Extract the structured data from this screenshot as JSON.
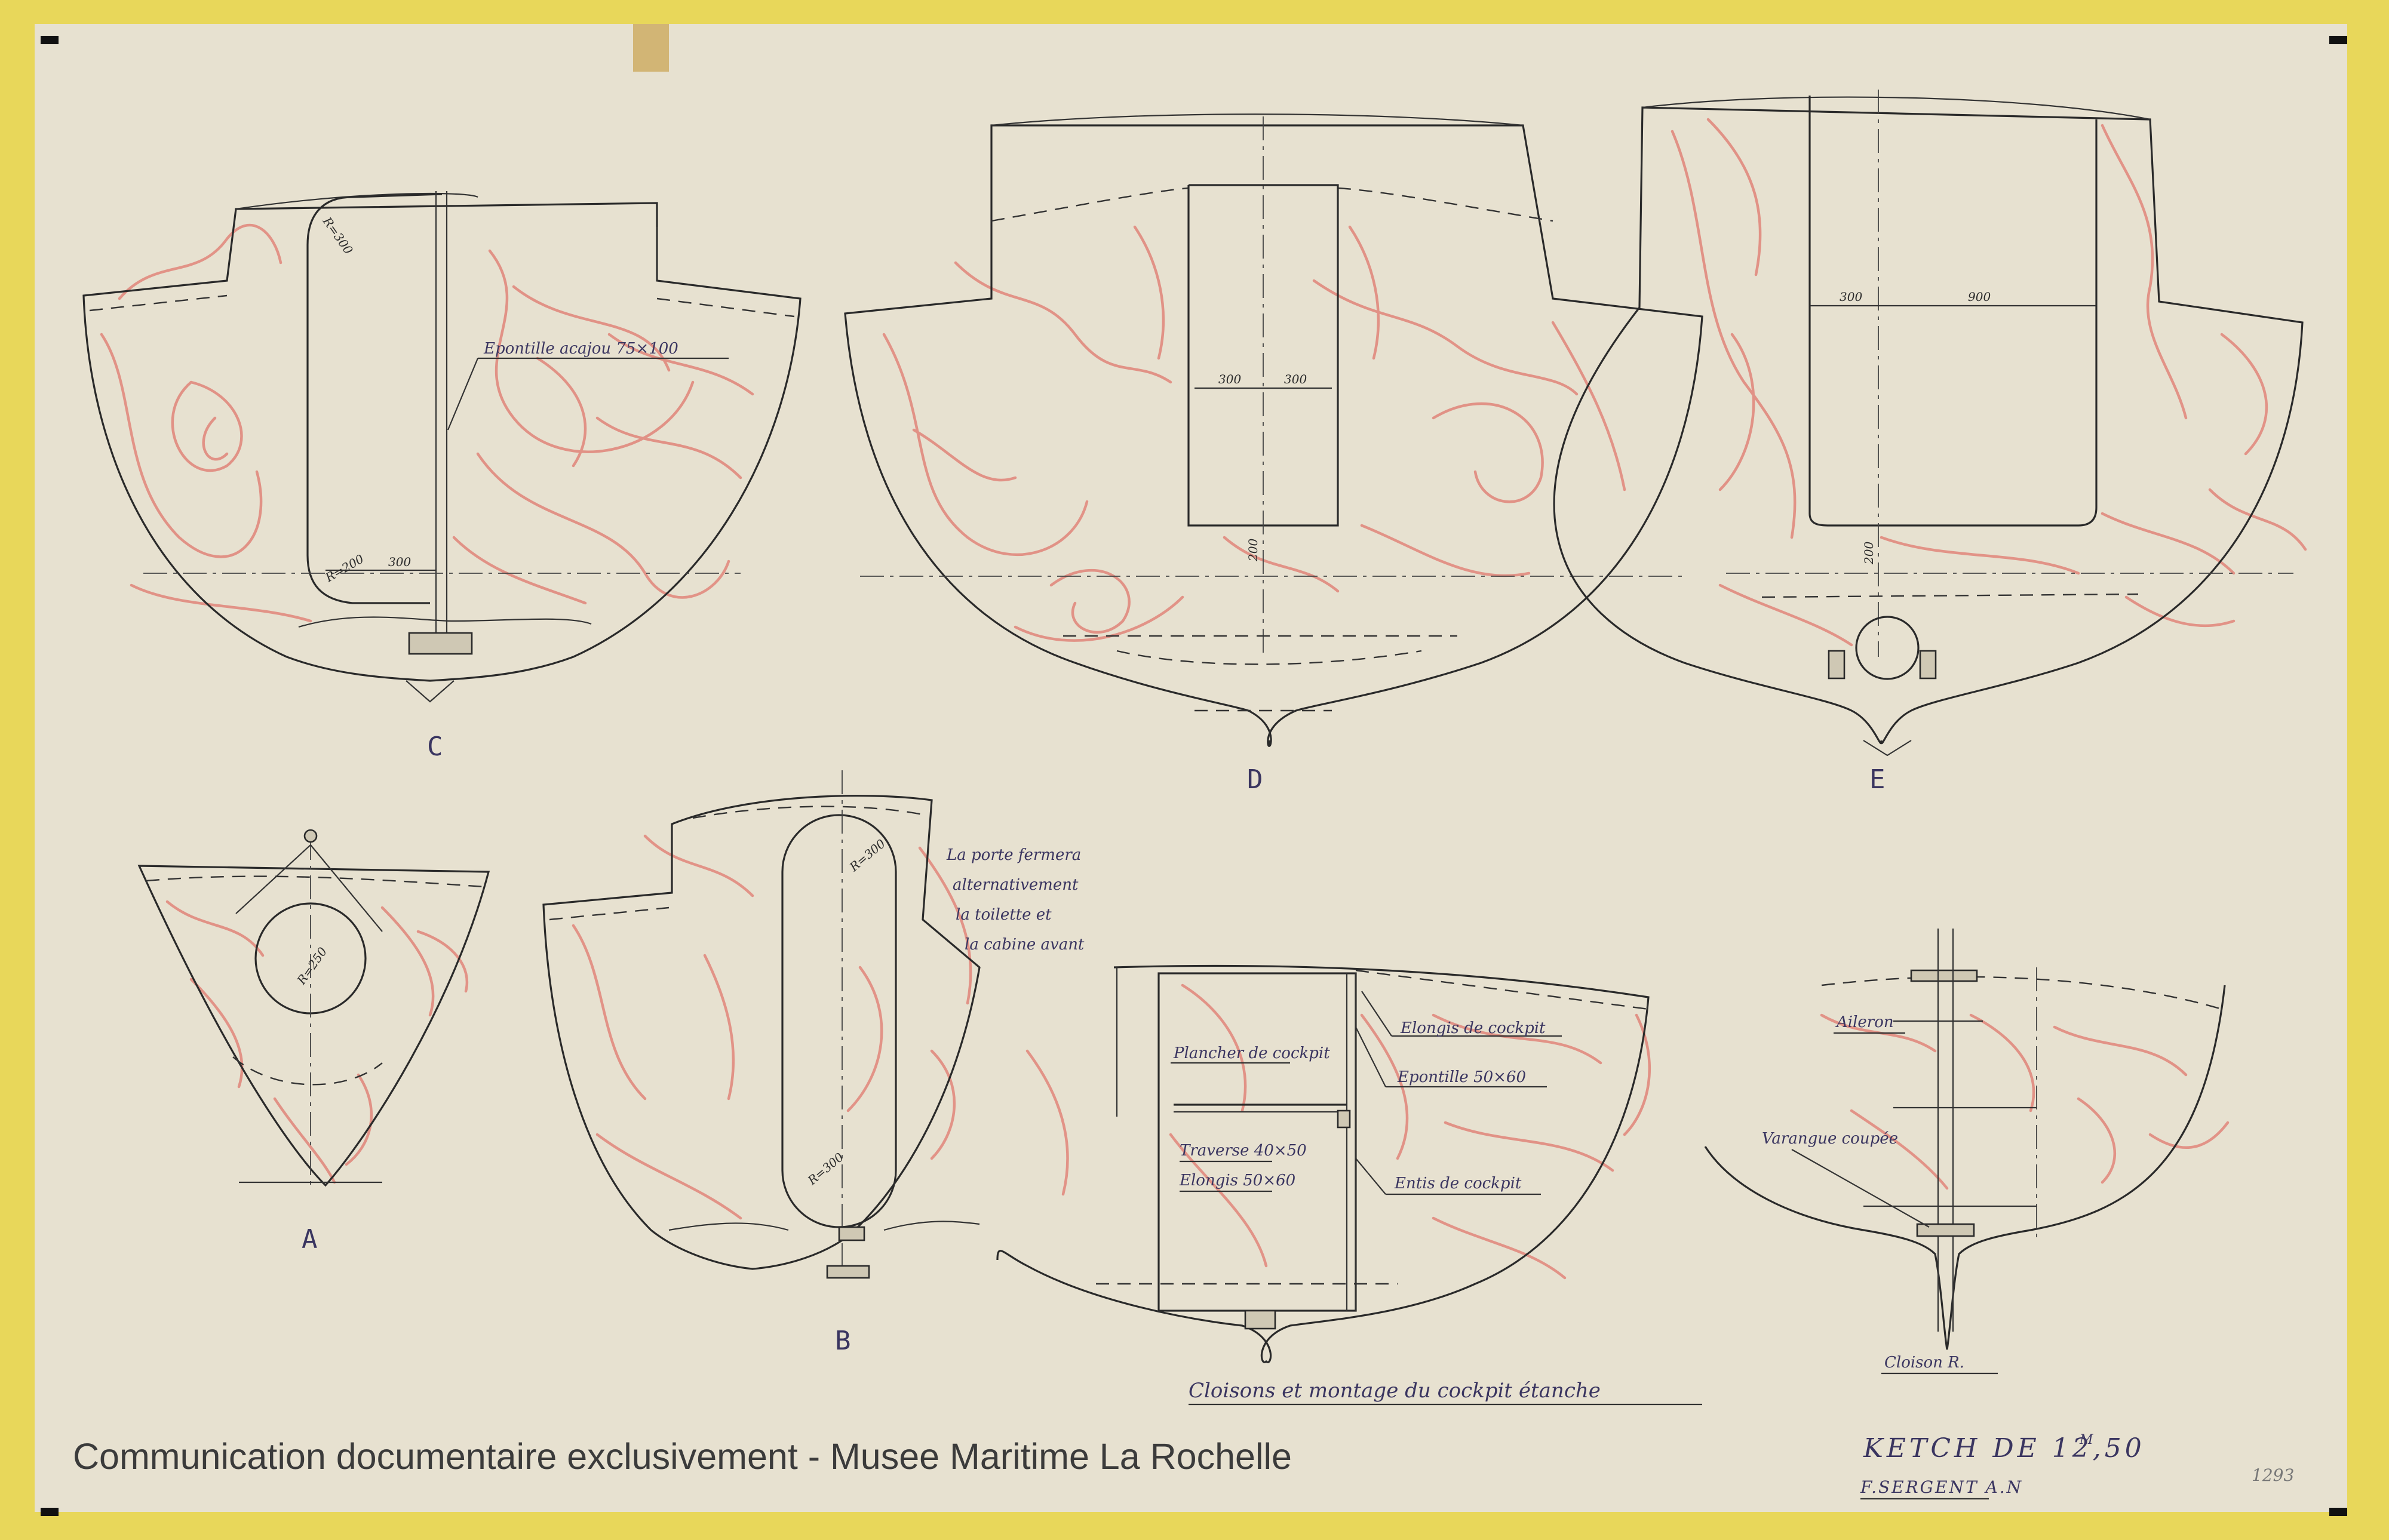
{
  "caption": "Communication documentaire exclusivement - Musee Maritime La Rochelle",
  "sections": {
    "A": {
      "label": "A",
      "radius": "R=250"
    },
    "B": {
      "label": "B",
      "radius_top": "R=300",
      "radius_bottom": "R=300",
      "note": [
        "La porte fermera",
        "alternativement",
        "la toilette et",
        "la cabine avant"
      ]
    },
    "C": {
      "label": "C",
      "radius_top": "R=300",
      "radius_bottom": "R=200",
      "dim": "300",
      "note": "Epontille acajou 75×100"
    },
    "D": {
      "label": "D",
      "dim_left": "300",
      "dim_right": "300",
      "dim_vertical": "200"
    },
    "E": {
      "label": "E",
      "dim_left": "300",
      "dim_right": "900",
      "dim_vertical": "200"
    },
    "cockpit": {
      "labels": [
        "Elongis de cockpit",
        "Plancher de cockpit",
        "Epontille 50×60",
        "Traverse 40×50",
        "Elongis 50×60",
        "Entis de cockpit"
      ],
      "title": "Cloisons et montage du cockpit étanche"
    },
    "R": {
      "labels": [
        "Aileron",
        "Varangue coupée"
      ],
      "title": "Cloison R."
    }
  },
  "titleblock": {
    "title": "KETCH DE 12,50",
    "unit_sup": "M",
    "author": "F.SERGENT A.N",
    "number": "1293"
  },
  "colors": {
    "paper": "#e7e1d0",
    "frame": "#e8d75a",
    "ink": "#2a2a2a",
    "grain": "#e0857a",
    "handwriting": "#3a3560"
  }
}
